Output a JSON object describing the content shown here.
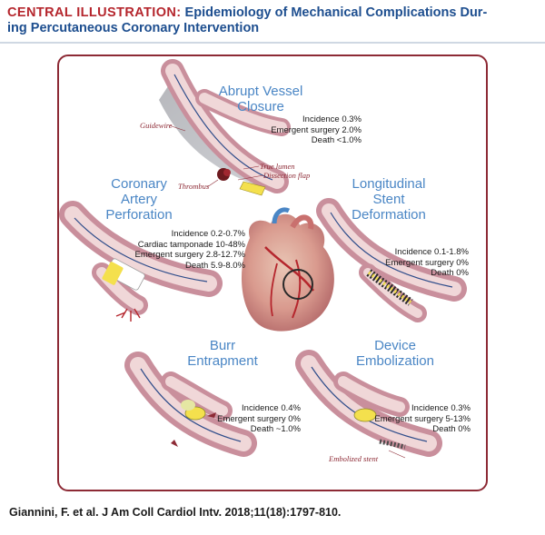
{
  "header": {
    "kicker": "CENTRAL ILLUSTRATION:",
    "title": "Epidemiology of Mechanical Complications During Percutaneous Coronary Intervention",
    "title_line1": "Epidemiology of Mechanical Complications Dur-",
    "title_line2": "ing Percutaneous Coronary Intervention"
  },
  "panels": {
    "abrupt_vessel_closure": {
      "title_line1": "Abrupt Vessel",
      "title_line2": "Closure",
      "stats": [
        "Incidence 0.3%",
        "Emergent surgery 2.0%",
        "Death <1.0%"
      ],
      "labels": {
        "guidewire": "Guidewire",
        "true_lumen": "True lumen",
        "dissection_flap": "Dissection flap",
        "thrombus": "Thrombus"
      }
    },
    "coronary_artery_perforation": {
      "title_line1": "Coronary",
      "title_line2": "Artery",
      "title_line3": "Perforation",
      "stats": [
        "Incidence 0.2-0.7%",
        "Cardiac tamponade 10-48%",
        "Emergent surgery 2.8-12.7%",
        "Death 5.9-8.0%"
      ]
    },
    "longitudinal_stent_deformation": {
      "title_line1": "Longitudinal",
      "title_line2": "Stent",
      "title_line3": "Deformation",
      "stats": [
        "Incidence 0.1-1.8%",
        "Emergent surgery 0%",
        "Death 0%"
      ]
    },
    "burr_entrapment": {
      "title_line1": "Burr",
      "title_line2": "Entrapment",
      "stats": [
        "Incidence 0.4%",
        "Emergent surgery 0%",
        "Death ~1.0%"
      ]
    },
    "device_embolization": {
      "title_line1": "Device",
      "title_line2": "Embolization",
      "stats": [
        "Incidence 0.3%",
        "Emergent surgery 5-13%",
        "Death 0%"
      ],
      "labels": {
        "embolized_stent": "Embolized stent"
      }
    }
  },
  "citation": "Giannini, F. et al. J Am Coll Cardiol Intv. 2018;11(18):1797-810.",
  "colors": {
    "frame": "#8d2a35",
    "title_blue": "#4a86c5",
    "kicker_red": "#b5262d",
    "header_blue": "#1d4e8f",
    "vessel_outer": "#c98f9c",
    "vessel_inner": "#f0d7d8",
    "stent_yellow": "#f4e04d"
  },
  "icons": [
    "heart-illustration",
    "vessel-illustration",
    "stent-illustration",
    "thrombus-mark",
    "magnifier-circle"
  ]
}
